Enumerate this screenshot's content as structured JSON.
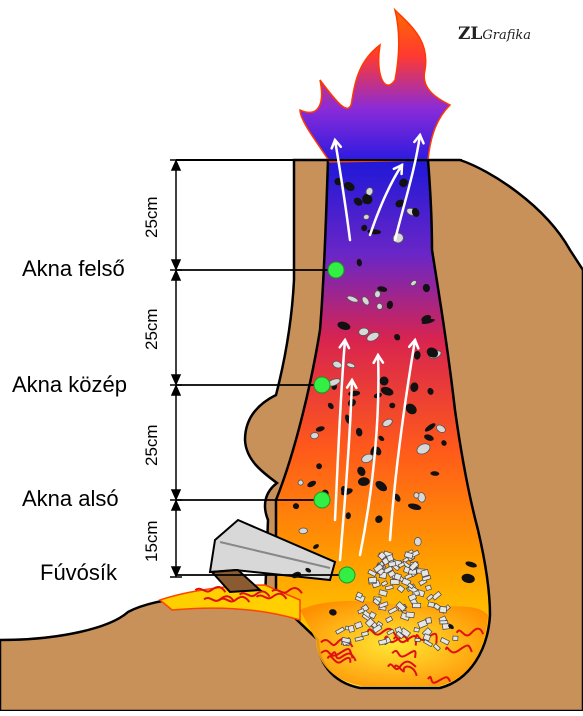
{
  "logo": {
    "mark": "ZL",
    "text": "Grafika"
  },
  "levels": [
    {
      "label": "Akna felső"
    },
    {
      "label": "Akna közép"
    },
    {
      "label": "Akna alsó"
    },
    {
      "label": "Fúvósík"
    }
  ],
  "dimensions": [
    "25cm",
    "25cm",
    "25cm",
    "15cm"
  ],
  "colors": {
    "earth": "#c8915a",
    "earth_edge": "#000000",
    "flame_top": "#ff3300",
    "flame_mid": "#7a22ff",
    "shaft_top": "#2a1ae0",
    "shaft_mid": "#e6204a",
    "shaft_low": "#ff8a00",
    "shaft_bottom": "#ffd000",
    "probe": "#33ee44",
    "arrow": "#ffffff",
    "charcoal": "#111111",
    "ore": "#d9d9d9"
  }
}
